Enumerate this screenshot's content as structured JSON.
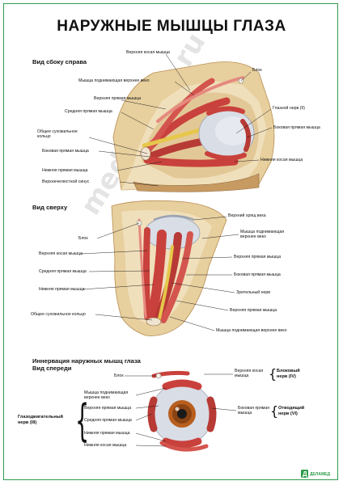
{
  "title": "НАРУЖНЫЕ МЫШЦЫ ГЛАЗА",
  "watermark": "medplakat.ru",
  "sections": {
    "side_view": "Вид сбоку справа",
    "top_view": "Вид сверху",
    "innervation": "Иннервация наружных мышц глаза",
    "front_view": "Вид спереди"
  },
  "side_labels": {
    "superior_oblique": "Верхняя косая мышца",
    "levator": "Мышца поднимающая верхнее веко",
    "superior_rectus": "Верхняя прямая мышца",
    "medial_rectus": "Средняя прямая мышца",
    "common_ring": "Общее сухожильное кольцо",
    "lateral_rectus_left": "Боковая прямая мышца",
    "inferior_rectus": "Нижняя прямая мышца",
    "maxillary_sinus": "Верхнечелюстной синус",
    "trochlea": "Блок",
    "optic_nerve": "Глазной нерв (II)",
    "lateral_rectus_right": "Боковая прямая мышца",
    "inferior_oblique": "Нижняя косая мышца"
  },
  "top_labels": {
    "trochlea": "Блок",
    "superior_oblique": "Верхняя косая мышца",
    "medial_rectus": "Средняя прямая мышца",
    "inferior_rectus": "Нижняя прямая мышца",
    "common_ring": "Общее сухожильное кольцо",
    "eyelid_cartilage": "Верхний хрящ века",
    "levator": "Мышца поднимающая верхнее веко",
    "superior_rectus": "Верхняя прямая мышца",
    "lateral_rectus": "Боковая прямая мышца",
    "optic_nerve": "Зрительный нерв",
    "superior_rectus_2": "Верхняя прямая мышца",
    "levator_2": "Мышца поднимающая верхнее веко"
  },
  "front_labels": {
    "trochlea": "Блок",
    "superior_oblique": "Верхняя косая мышца",
    "levator": "Мышца поднимающая верхнее веко",
    "superior_rectus": "Верхняя прямая мышца",
    "medial_rectus": "Средняя прямая мышца",
    "inferior_rectus": "Нижняя прямая мышца",
    "inferior_oblique": "Нижняя косая мышца",
    "lateral_rectus": "Боковая прямая мышца",
    "oculomotor_nerve": "Глазодвигательный нерв (III)",
    "trochlear_nerve": "Блоковый нерв (IV)",
    "abducens_nerve": "Отводящий нерв (VI)"
  },
  "logo_text": "ДЕЛАМЕД",
  "colors": {
    "frame": "#2f9b4a",
    "muscle": "#c9413c",
    "muscle_light": "#e58a7f",
    "bone": "#e7cf9e",
    "bone_dark": "#b98f52",
    "sclera": "#d9dde6",
    "iris": "#b85f1f",
    "nerve": "#e6c74a"
  }
}
